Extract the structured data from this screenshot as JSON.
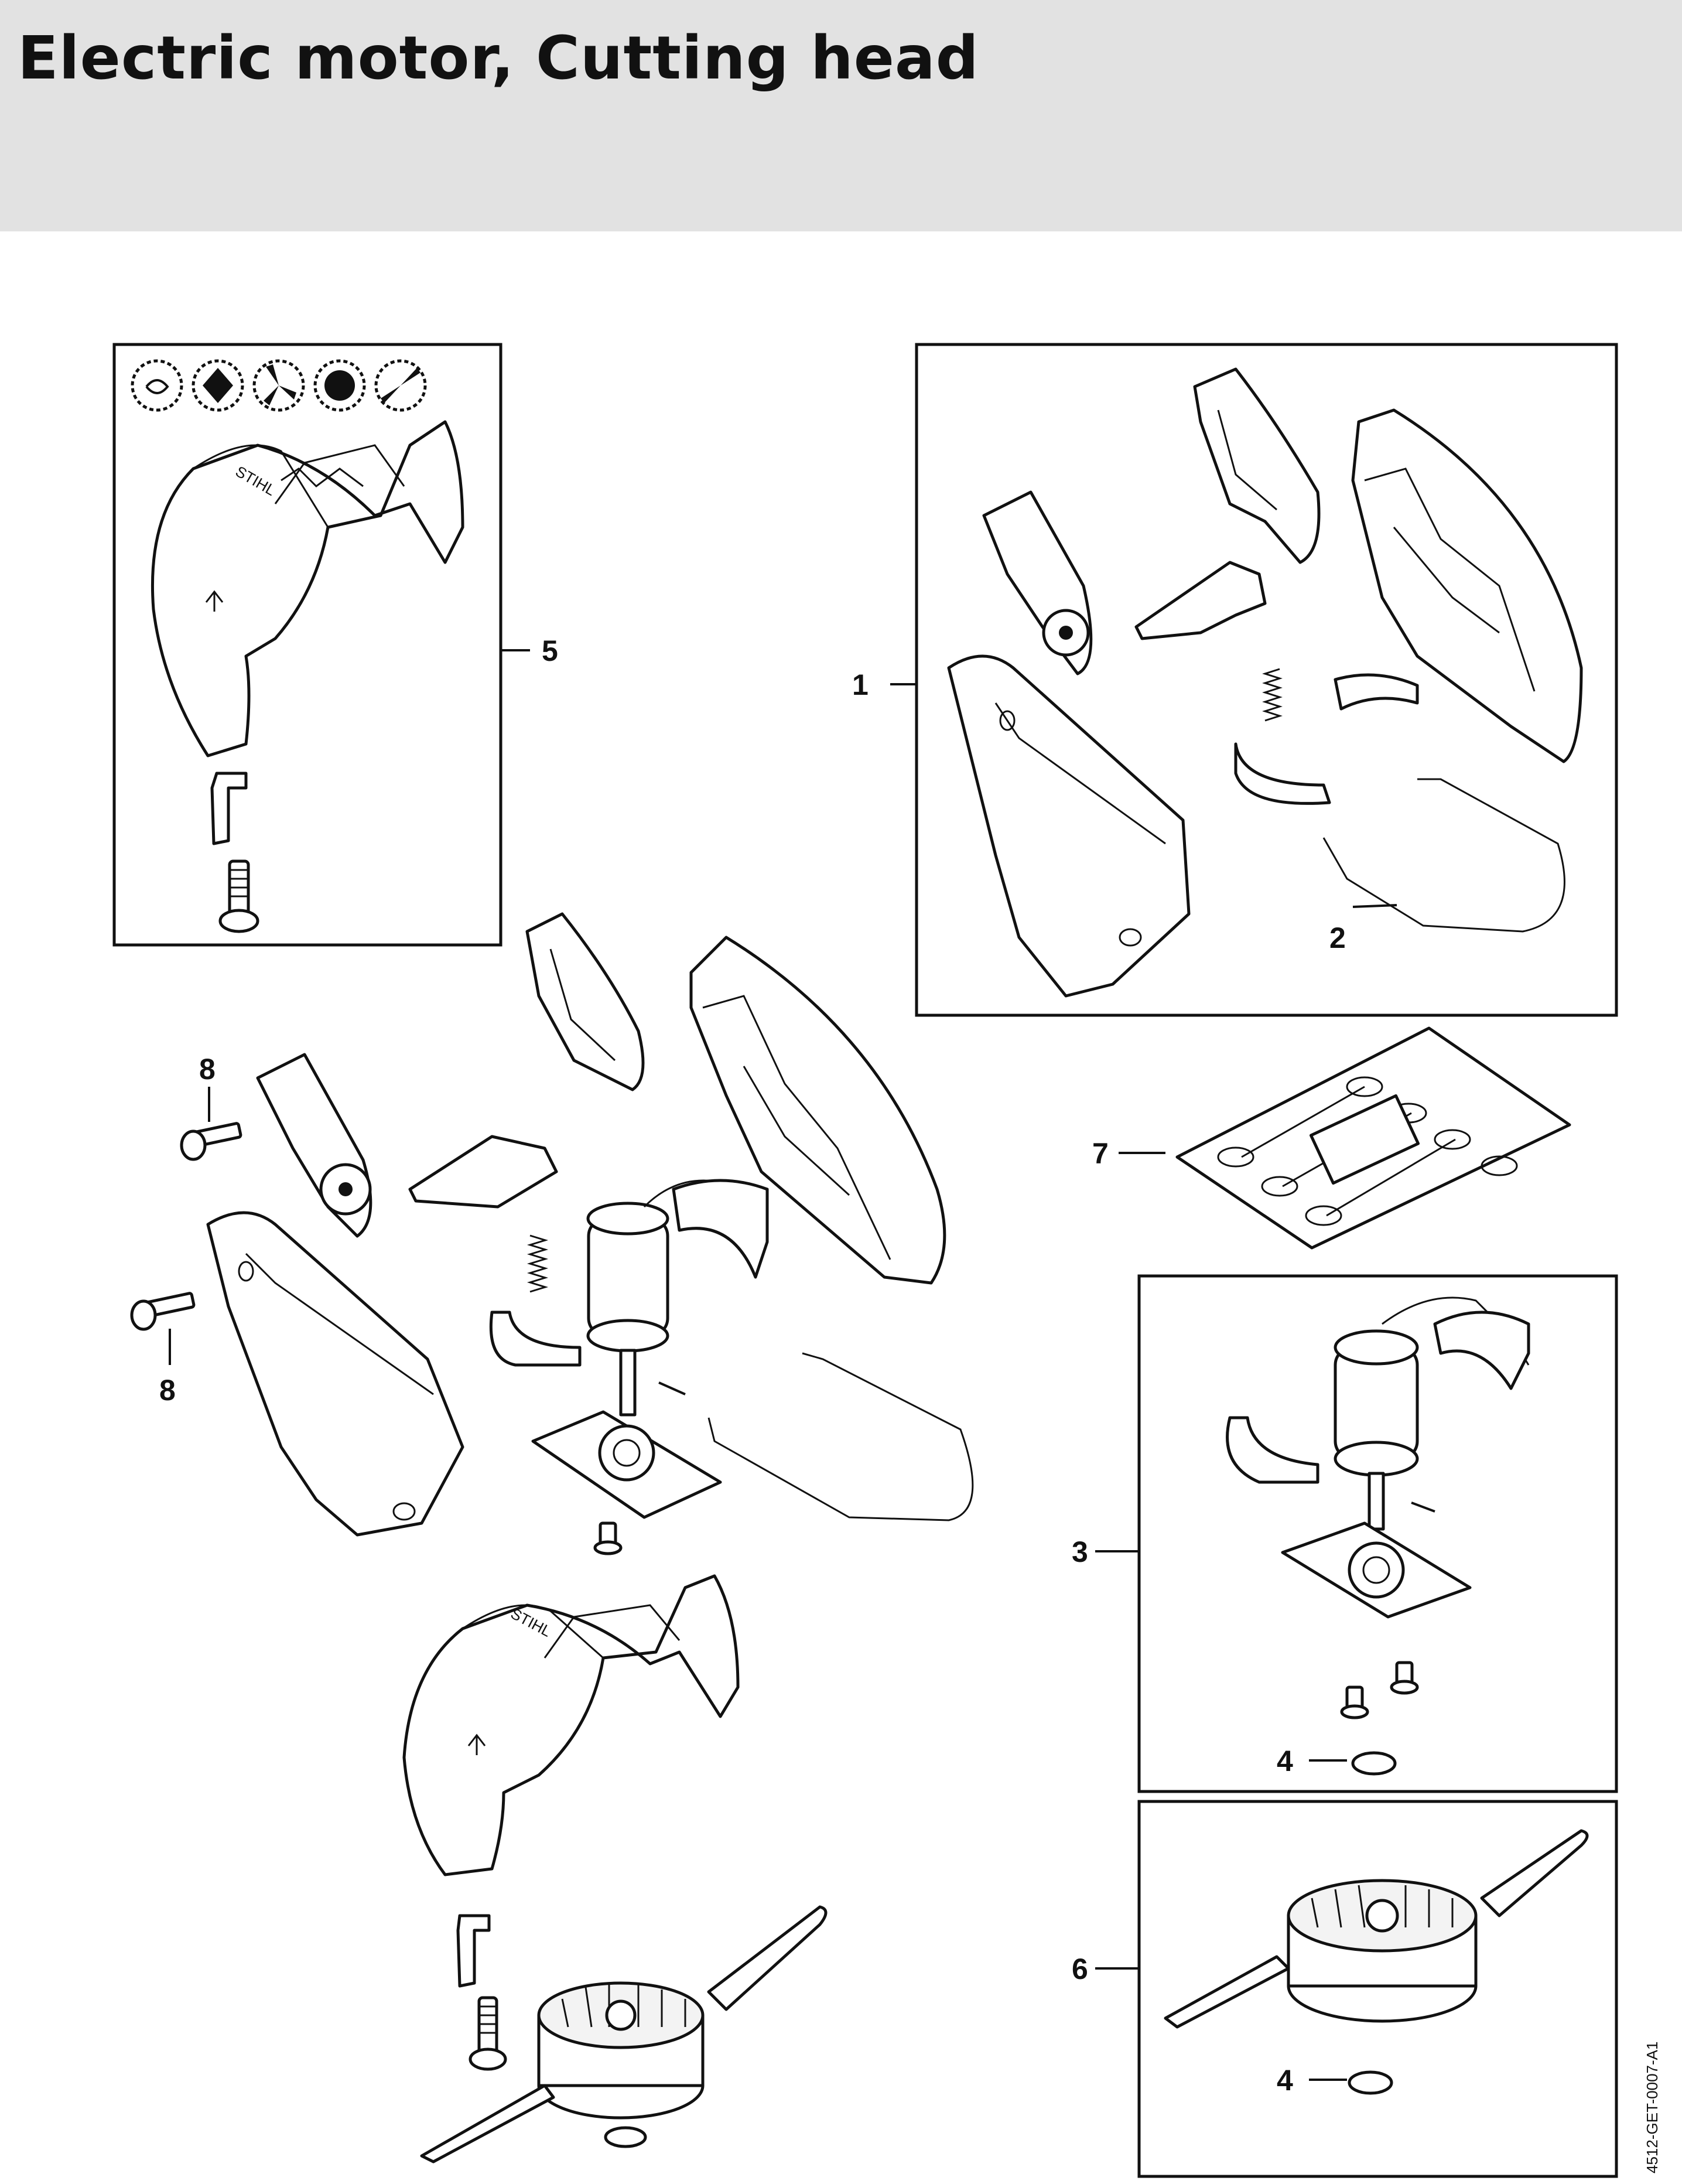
{
  "page": {
    "title": "Electric motor, Cutting head",
    "doc_code": "4512-GET-0007-A1"
  },
  "labels": {
    "p1": "1",
    "p2": "2",
    "p3": "3",
    "p4a": "4",
    "p4b": "4",
    "p5": "5",
    "p6": "6",
    "p7": "7",
    "p8a": "8",
    "p8b": "8"
  },
  "icons": [
    "trimmer-line-icon",
    "mowing-head-icon",
    "grass-blade-icon",
    "brush-knife-icon",
    "polycut-icon"
  ]
}
